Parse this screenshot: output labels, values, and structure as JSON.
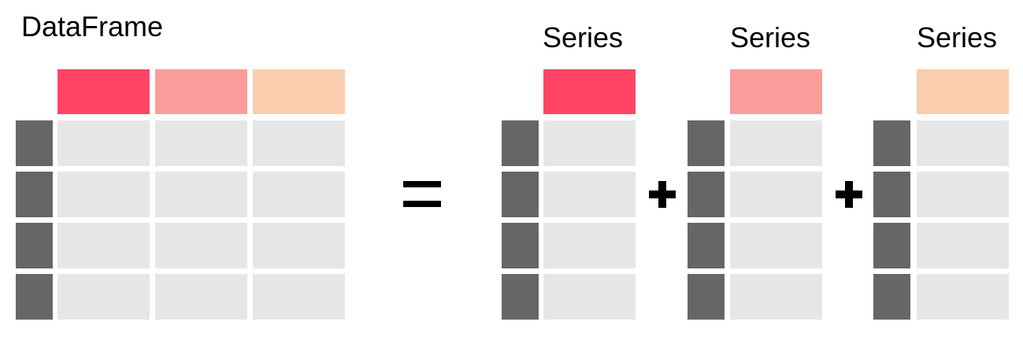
{
  "dataframe": {
    "title": "DataFrame"
  },
  "series": [
    {
      "title": "Series",
      "color": "#ff4466"
    },
    {
      "title": "Series",
      "color": "#fc9d9b"
    },
    {
      "title": "Series",
      "color": "#f9cdad"
    }
  ],
  "column_colors": [
    "#ff4466",
    "#fc9d9b",
    "#f9cdad"
  ],
  "row_count": 4,
  "cell_color": "#e6e6e6",
  "index_color": "#666666",
  "operators": {
    "equals": "equals-icon",
    "plus": "plus-icon"
  }
}
